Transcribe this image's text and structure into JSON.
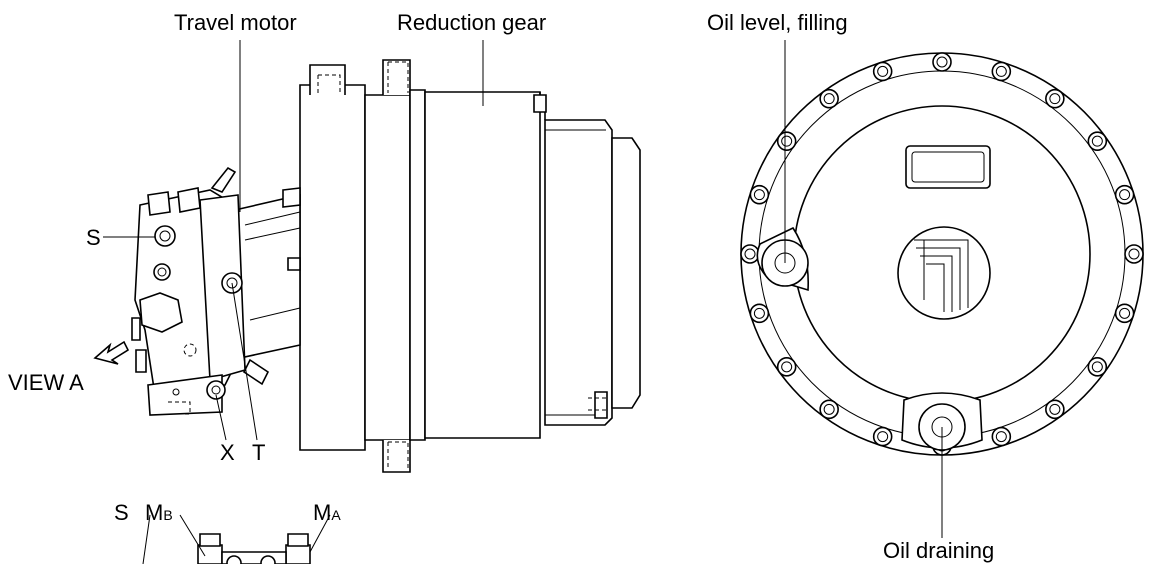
{
  "labels": {
    "travel_motor": "Travel motor",
    "reduction_gear": "Reduction gear",
    "oil_level_filling": "Oil level, filling",
    "oil_draining": "Oil draining",
    "port_s": "S",
    "port_t": "T",
    "port_x": "X",
    "view_a": "VIEW A",
    "port_s_bottom": "S",
    "port_mb_main": "M",
    "port_mb_sub": "B",
    "port_ma_main": "M",
    "port_ma_sub": "A"
  }
}
